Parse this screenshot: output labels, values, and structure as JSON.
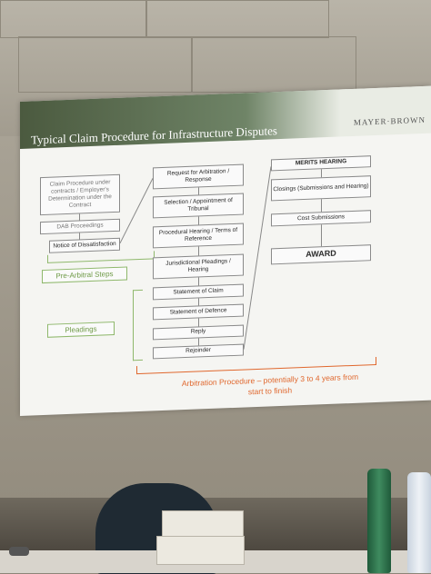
{
  "slide": {
    "title": "Typical Claim Procedure for Infrastructure Disputes",
    "brand": "MAYER·BROWN"
  },
  "pre_arbitral": {
    "claim_procedure": "Claim Procedure under contracts / Employer's Determination under the Contract",
    "dab": "DAB Proceedings",
    "notice": "Notice of Dissatisfaction",
    "label": "Pre-Arbitral Steps"
  },
  "arbitration": {
    "request": "Request for Arbitration / Response",
    "selection": "Selection / Appointment of Tribunal",
    "procedural": "Procedural Hearing / Terms of Reference",
    "jurisdictional": "Jurisdictional Pleadings / Hearing",
    "claim": "Statement of Claim",
    "defence": "Statement of Defence",
    "reply": "Reply",
    "rejoinder": "Rejoinder"
  },
  "pleadings_label": "Pleadings",
  "merits": {
    "hearing": "MERITS HEARING",
    "closings": "Closings (Submissions and Hearing)",
    "cost": "Cost Submissions",
    "award": "AWARD"
  },
  "footer": {
    "line1": "Arbitration Procedure – potentially 3 to 4 years from",
    "line2": "start to finish"
  },
  "colors": {
    "green": "#8fb86c",
    "orange": "#e0672d",
    "banner": "#4b5a3f"
  }
}
